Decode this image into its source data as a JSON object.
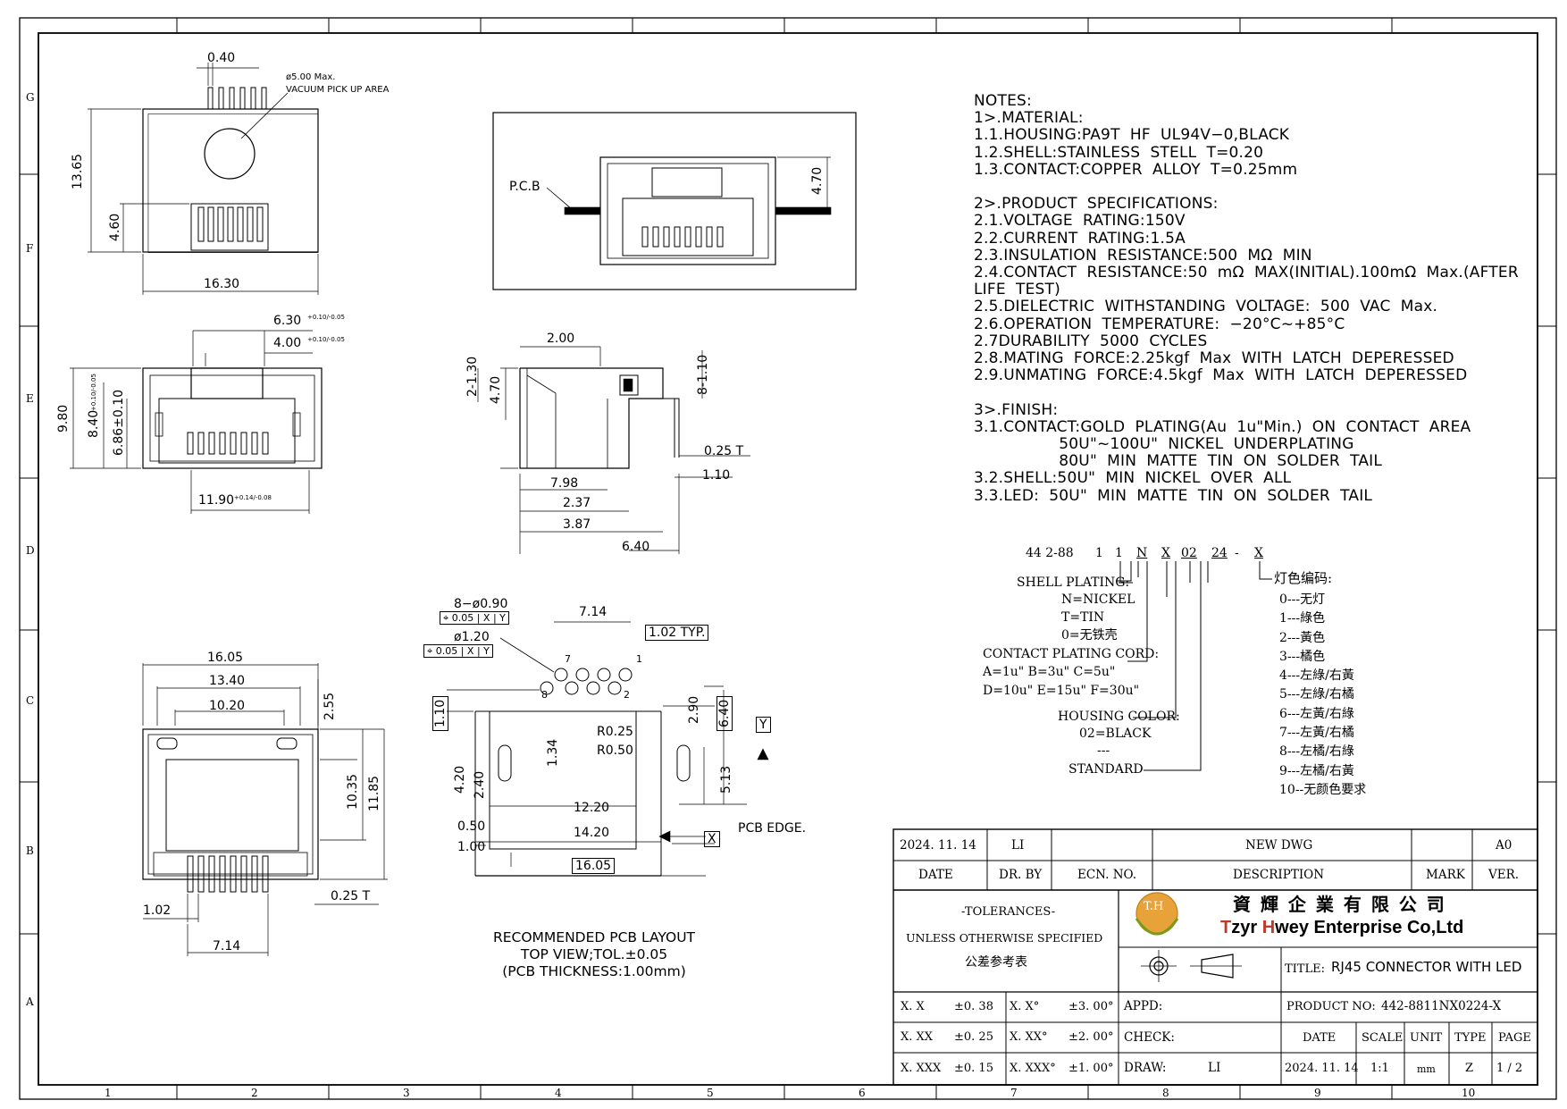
{
  "notes": {
    "lines": [
      "NOTES:",
      "1>.MATERIAL:",
      "1.1.HOUSING:PA9T  HF  UL94V−0,BLACK",
      "1.2.SHELL:STAINLESS  STELL  T=0.20",
      "1.3.CONTACT:COPPER  ALLOY  T=0.25mm",
      "",
      "2>.PRODUCT  SPECIFICATIONS:",
      "2.1.VOLTAGE  RATING:150V",
      "2.2.CURRENT  RATING:1.5A",
      "2.3.INSULATION  RESISTANCE:500  MΩ  MIN",
      "2.4.CONTACT  RESISTANCE:50  mΩ  MAX(INITIAL).100mΩ  Max.(AFTER",
      "LIFE  TEST)",
      "2.5.DIELECTRIC  WITHSTANDING  VOLTAGE:  500  VAC  Max.",
      "2.6.OPERATION  TEMPERATURE:  −20°C~+85°C",
      "2.7DURABILITY  5000  CYCLES",
      "2.8.MATING  FORCE:2.25kgf  Max  WITH  LATCH  DEPERESSED",
      "2.9.UNMATING  FORCE:4.5kgf  Max  WITH  LATCH  DEPERESSED",
      "",
      "3>.FINISH:",
      "3.1.CONTACT:GOLD  PLATING(Au  1u\"Min.)  ON  CONTACT  AREA",
      "                 50U\"~100U\"  NICKEL  UNDERPLATING",
      "                 80U\"  MIN  MATTE  TIN  ON  SOLDER  TAIL",
      "3.2.SHELL:50U\"  MIN  NICKEL  OVER  ALL",
      "3.3.LED:  50U\"  MIN  MATTE  TIN  ON  SOLDER  TAIL"
    ]
  },
  "part_number": {
    "segments": [
      "44 2-88",
      "1",
      "1",
      "N",
      "X",
      "02",
      "24",
      "-",
      "X"
    ],
    "shell_plating": {
      "label": "SHELL PLATING:",
      "options": [
        "N=NICKEL",
        "T=TIN",
        "0=无铁壳"
      ]
    },
    "contact_plating": {
      "label": "CONTACT PLATING CORD:",
      "options": [
        "A=1u\"  B=3u\"  C=5u\"",
        "D=10u\" E=15u\" F=30u\""
      ]
    },
    "housing_color": {
      "label": "HOUSING COLOR:",
      "options": [
        "02=BLACK",
        "---"
      ]
    },
    "standard": "STANDARD",
    "led_code": {
      "label": "灯色编码:",
      "options": [
        "0---无灯",
        "1---綠色",
        "2---黃色",
        "3---橘色",
        "4---左綠/右黃",
        "5---左綠/右橘",
        "6---左黃/右綠",
        "7---左黃/右橘",
        "8---左橘/右綠",
        "9---左橘/右黃",
        "10--无颜色要求"
      ]
    }
  },
  "pcb_note": [
    "RECOMMENDED  PCB  LAYOUT",
    "TOP  VIEW;TOL.±0.05",
    "(PCB  THICKNESS:1.00mm)"
  ],
  "dimensions": {
    "top_view": [
      "0.40",
      "ø5.00 Max.",
      "VACUUM  PICK  UP  AREA",
      "13.65",
      "4.60",
      "16.30"
    ],
    "side_small": [
      "P.C.B",
      "4.70"
    ],
    "front_view": [
      "6.30",
      "+0.10/-0.05",
      "4.00",
      "+0.10/-0.05",
      "9.80",
      "8.40",
      "+0.10/-0.05",
      "6.86±0.10",
      "11.90",
      "+0.14/-0.08"
    ],
    "side_view": [
      "2.00",
      "2-1.30",
      "4.70",
      "8-1.10",
      "0.25  T",
      "1.10",
      "7.98",
      "2.37",
      "3.87",
      "6.40"
    ],
    "bottom_view": [
      "16.05",
      "13.40",
      "10.20",
      "2.55",
      "10.35",
      "11.85",
      "1.02",
      "7.14",
      "0.25  T"
    ],
    "pcb_layout": [
      "8−ø0.90",
      "0.05",
      "X",
      "Y",
      "ø1.20",
      "0.05",
      "X",
      "Y",
      "7.14",
      "1.02  TYP.",
      "7",
      "1",
      "8",
      "2",
      "1.10",
      "2.90",
      "6.40",
      "Y",
      "R0.25",
      "R0.50",
      "1.34",
      "4.20",
      "2.40",
      "5.13",
      "12.20",
      "0.50",
      "14.20",
      "X",
      "PCB  EDGE.",
      "1.00",
      "16.05"
    ]
  },
  "title_block": {
    "rev_date": "2024. 11. 14",
    "rev_drawn": "LI",
    "rev_desc": "NEW  DWG",
    "rev_ver": "A0",
    "hdr_date": "DATE",
    "hdr_drby": "DR. BY",
    "hdr_ecn": "ECN. NO.",
    "hdr_desc": "DESCRIPTION",
    "hdr_mark": "MARK",
    "hdr_ver": "VER.",
    "tolerances": "-TOLERANCES-",
    "unless": "UNLESS  OTHERWISE  SPECIFIED",
    "gongcha": "公差参考表",
    "logo_text": "T.H",
    "company_cn": "資 輝 企 業 有 限 公 司",
    "company_en_t": "T",
    "company_en_zyr": "zyr ",
    "company_en_h": "H",
    "company_en_rest": "wey Enterprise Co,Ltd",
    "title_label": "TITLE:",
    "title_value": "RJ45  CONNECTOR  WITH LED",
    "product_label": "PRODUCT  NO:",
    "product_value": "442-8811NX0224-X",
    "appd": "APPD:",
    "check": "CHECK:",
    "draw": "DRAW:",
    "draw_value": "LI",
    "date_h": "DATE",
    "scale_h": "SCALE",
    "unit_h": "UNIT",
    "type_h": "TYPE",
    "page_h": "PAGE",
    "date_v": "2024. 11. 14",
    "scale_v": "1:1",
    "unit_v": "mm",
    "type_v": "Z",
    "page_v": "1 / 2",
    "tol": [
      [
        "X. X",
        "±0. 38",
        "X. X°",
        "±3. 00°"
      ],
      [
        "X. XX",
        "±0. 25",
        "X. XX°",
        "±2. 00°"
      ],
      [
        "X. XXX",
        "±0. 15",
        "X. XXX°",
        "±1. 00°"
      ]
    ]
  },
  "frame": {
    "cols": [
      "1",
      "2",
      "3",
      "4",
      "5",
      "6",
      "7",
      "8",
      "9",
      "10"
    ],
    "rows": [
      "G",
      "F",
      "E",
      "D",
      "C",
      "B",
      "A"
    ]
  }
}
